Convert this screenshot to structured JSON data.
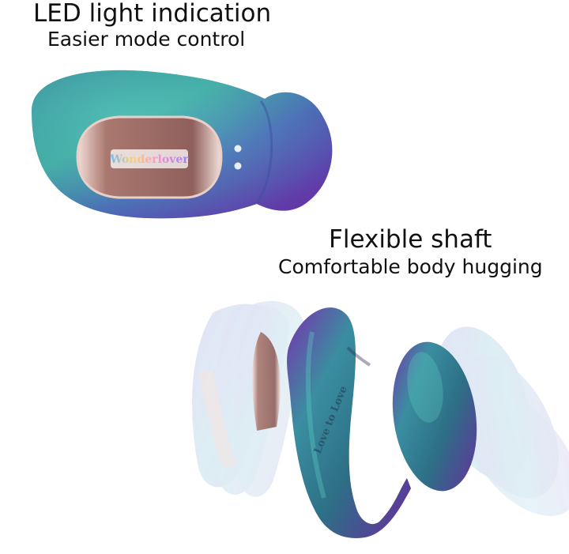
{
  "sections": {
    "led": {
      "title": "LED light indication",
      "subtitle": "Easier mode control"
    },
    "shaft": {
      "title": "Flexible shaft",
      "subtitle": "Comfortable body hugging"
    }
  },
  "product": {
    "top_view_brand": "Wonderlover",
    "side_view_brand": "Love to Love"
  },
  "colors": {
    "body_teal": "#2e8f98",
    "body_purple": "#6a2aa8",
    "inner_rose": "#b88a86",
    "background": "#ffffff"
  }
}
